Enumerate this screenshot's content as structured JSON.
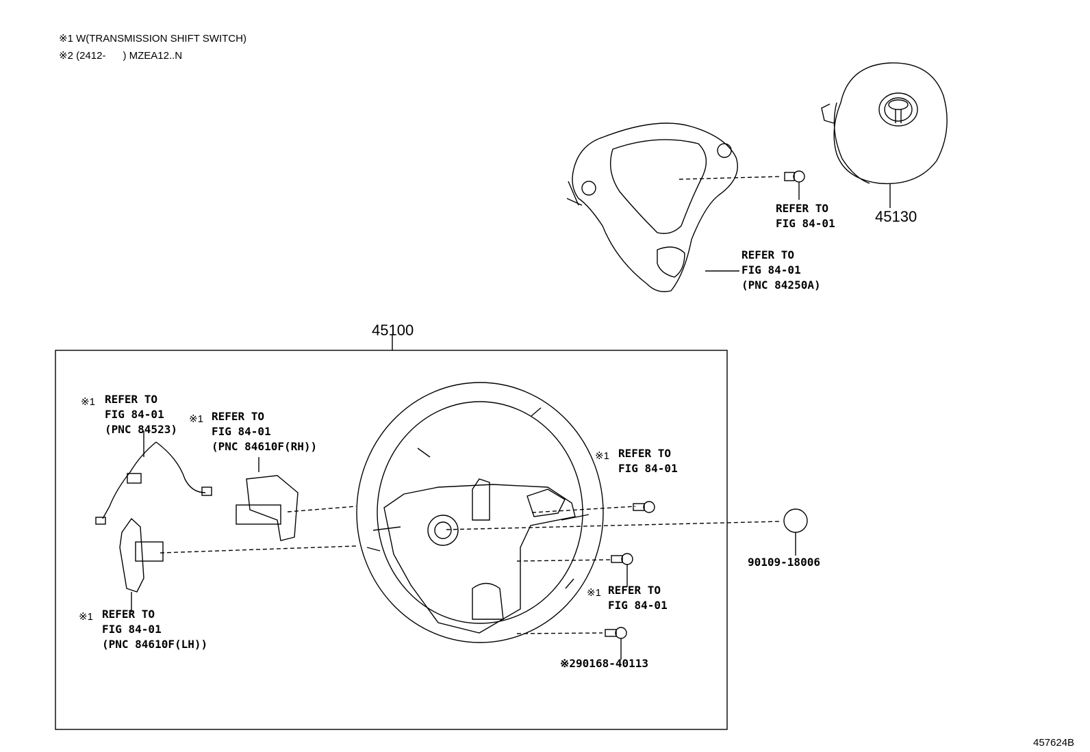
{
  "notes": {
    "note1": "※1 W(TRANSMISSION SHIFT SWITCH)",
    "note2": "※2 (2412-      ) MZEA12..N"
  },
  "parts": {
    "airbag": "45130",
    "wheel_assembly": "45100",
    "cap_part": "90109-18006",
    "bolt_part": "※290168-40113"
  },
  "labels": {
    "cover_screw": "REFER TO\nFIG 84-01",
    "cover": "REFER TO\nFIG 84-01\n(PNC 84250A)",
    "harness_mark": "※1",
    "harness": "REFER TO\nFIG 84-01\n(PNC 84523)",
    "switch_rh_mark": "※1",
    "switch_rh": "REFER TO\nFIG 84-01\n(PNC 84610F(RH))",
    "switch_lh_mark": "※1",
    "switch_lh": "REFER TO\nFIG 84-01\n(PNC 84610F(LH))",
    "screw_upper_mark": "※1",
    "screw_upper": "REFER TO\nFIG 84-01",
    "screw_lower_mark": "※1",
    "screw_lower": "REFER TO\nFIG 84-01"
  },
  "figure_ref": "457624B"
}
